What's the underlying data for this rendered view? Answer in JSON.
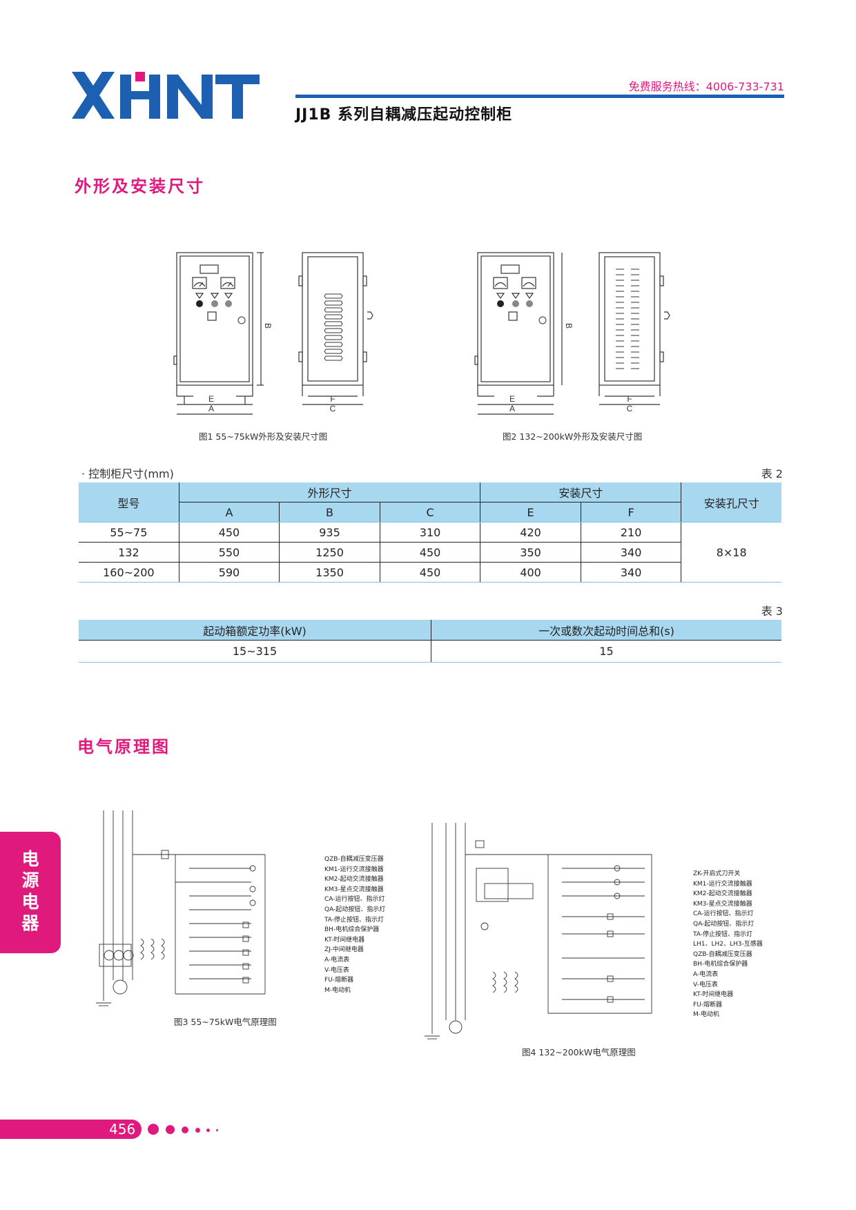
{
  "header": {
    "hotline": "免费服务热线：4006-733-731",
    "title": "JJ1B  系列自耦减压起动控制柜",
    "brand_color": "#1d5fb0",
    "accent_color": "#e0197d"
  },
  "section1": {
    "title": "外形及安装尺寸"
  },
  "figures": {
    "fig1_caption": "图1  55~75kW外形及安装尺寸图",
    "fig2_caption": "图2  132~200kW外形及安装尺寸图",
    "fig3_caption": "图3  55~75kW电气原理图",
    "fig4_caption": "图4  132~200kW电气原理图",
    "dim_labels": {
      "A": "A",
      "B": "B",
      "C": "C",
      "E": "E",
      "F": "F"
    }
  },
  "table2": {
    "label_left": "· 控制柜尺寸(mm)",
    "label_right": "表  2",
    "headers": {
      "model": "型号",
      "outline": "外形尺寸",
      "install": "安装尺寸",
      "hole": "安装孔尺寸",
      "A": "A",
      "B": "B",
      "C": "C",
      "E": "E",
      "F": "F"
    },
    "rows": [
      {
        "model": "55~75",
        "A": "450",
        "B": "935",
        "C": "310",
        "E": "420",
        "F": "210"
      },
      {
        "model": "132",
        "A": "550",
        "B": "1250",
        "C": "450",
        "E": "350",
        "F": "340"
      },
      {
        "model": "160~200",
        "A": "590",
        "B": "1350",
        "C": "450",
        "E": "400",
        "F": "340"
      }
    ],
    "hole_value": "8×18"
  },
  "table3": {
    "label_right": "表  3",
    "headers": {
      "power": "起动箱额定功率(kW)",
      "time": "一次或数次起动时间总和(s)"
    },
    "row": {
      "power": "15~315",
      "time": "15"
    }
  },
  "section2": {
    "title": "电气原理图"
  },
  "legend3": [
    "QZB-自耦减压变压器",
    "KM1-运行交流接触器",
    "KM2-起动交流接触器",
    "KM3-星点交流接触器",
    "CA-运行按钮、指示灯",
    "QA-起动按钮、指示灯",
    "TA-停止按钮、指示灯",
    "BH-电机综合保护器",
    "KT-时间继电器",
    "ZJ-中间继电器",
    "A-电流表",
    "V-电压表",
    "FU-熔断器",
    "M-电动机"
  ],
  "legend4": [
    "ZK-开启式刀开关",
    "KM1-运行交流接触器",
    "KM2-起动交流接触器",
    "KM3-星点交流接触器",
    "CA-运行按钮、指示灯",
    "QA-起动按钮、指示灯",
    "TA-停止按钮、指示灯",
    "LH1、LH2、LH3-互感器",
    "QZB-自耦减压变压器",
    "BH-电机综合保护器",
    "A-电流表",
    "V-电压表",
    "KT-时间继电器",
    "FU-熔断器",
    "M-电动机"
  ],
  "side_tab": [
    "电",
    "源",
    "电",
    "器"
  ],
  "page_number": "456"
}
